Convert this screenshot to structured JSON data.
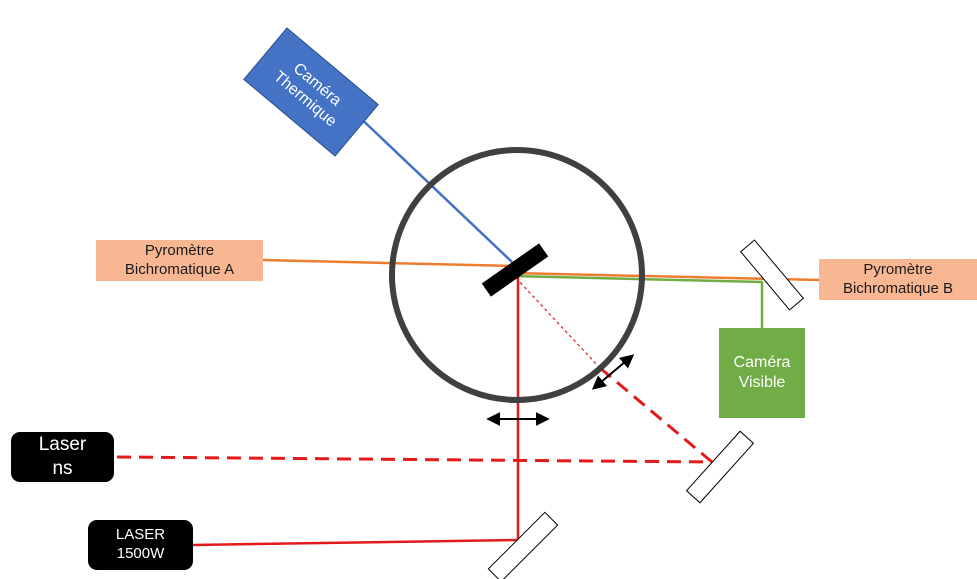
{
  "camera_thermique": {
    "line1": "Caméra",
    "line2": "Thermique"
  },
  "pyrometre_a": {
    "line1": "Pyromètre",
    "line2": "Bichromatique A"
  },
  "pyrometre_b": {
    "line1": "Pyromètre",
    "line2": "Bichromatique B"
  },
  "camera_visible": {
    "line1": "Caméra",
    "line2": "Visible"
  },
  "laser_ns": {
    "line1": "Laser",
    "line2": "ns"
  },
  "laser_1500": {
    "line1": "LASER",
    "line2": "1500W"
  },
  "colors": {
    "thermal_beam": "#4472c4",
    "pyrometer_beam": "#ed7d31",
    "visible_beam": "#70ad47",
    "laser_beam": "#e31a1c",
    "chamber": "#404040"
  }
}
